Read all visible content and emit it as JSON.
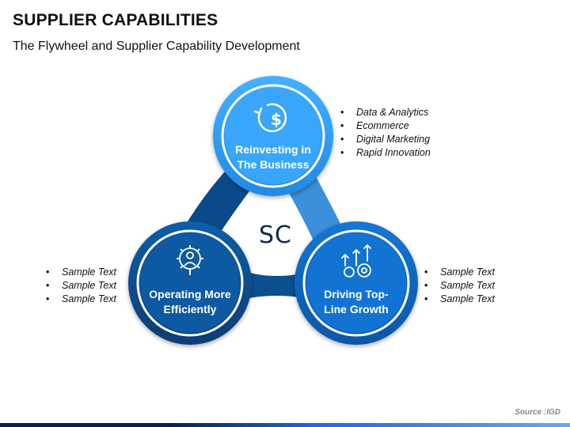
{
  "header": {
    "title": "SUPPLIER CAPABILITIES",
    "subtitle": "The Flywheel and Supplier Capability Development"
  },
  "center": {
    "label": "SC"
  },
  "nodes": {
    "top": {
      "label_line1": "Reinvesting in",
      "label_line2": "The Business",
      "icon": "dollar-refresh-icon",
      "bullets": [
        "Data & Analytics",
        "Ecommerce",
        "Digital Marketing",
        "Rapid Innovation"
      ]
    },
    "left": {
      "label_line1": "Operating More",
      "label_line2": "Efficiently",
      "icon": "person-gear-icon",
      "bullets": [
        "Sample Text",
        "Sample Text",
        "Sample Text"
      ]
    },
    "right": {
      "label_line1": "Driving Top-",
      "label_line2": "Line Growth",
      "icon": "growth-gears-icon",
      "bullets": [
        "Sample Text",
        "Sample Text",
        "Sample Text"
      ]
    }
  },
  "footer": {
    "source": "Source :IGD"
  },
  "colors": {
    "top_circle": "#2f9bf0",
    "left_circle": "#0b4f8f",
    "right_circle": "#0d66c2",
    "ring": "#ffffff",
    "text_dark": "#111111"
  }
}
